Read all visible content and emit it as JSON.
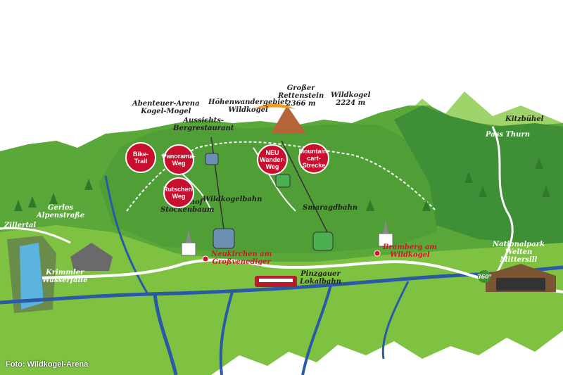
{
  "colors": {
    "sky": "#ffffff",
    "meadow": "#7fc242",
    "mountain": "#5aa83a",
    "mountain_dark": "#3f8f36",
    "river": "#2a5aa6",
    "badge": "#c8102e",
    "road": "#ffffff"
  },
  "labels": {
    "abenteuer": "Abenteuer-Arena\nKogel-Mogel",
    "aussichts": "Aussichts-\nBergrestaurant",
    "hoehenwander": "Höhenwandergebiet\nWildkogel",
    "rettenstein": "Großer\nRettenstein\n2366 m",
    "wildkogel": "Wildkogel\n2224 m",
    "kitzbuehel": "Kitzbühel",
    "pass_thurn": "Pass Thurn",
    "gerlos": "Gerlos\nAlpenstraße",
    "zillertal": "Zillertal",
    "krimmler": "Krimmler\nWasserfälle",
    "gasthof": "Gasthof\nStockenbaum",
    "wildkogelbahn": "Wildkogelbahn",
    "smaragdbahn": "Smaragdbahn",
    "neukirchen": "Neukirchen am\nGroßvenediger",
    "bramberg": "Bramberg am\nWildkogel",
    "pinzgauer": "Pinzgauer\nLokalbahn",
    "nationalpark": "Nationalpark\nWelten\nMittersill",
    "badge_360": "360°"
  },
  "badges": {
    "bike": "Bike-\nTrail",
    "panorama": "Panorama-\nWeg",
    "rutschen": "Rutschen-\nWeg",
    "wander": "NEU\nWander-\nWeg",
    "mountaincart": "Mountain-\ncart-\nStrecke"
  },
  "credit": "Foto: Wildkogel-Arena"
}
